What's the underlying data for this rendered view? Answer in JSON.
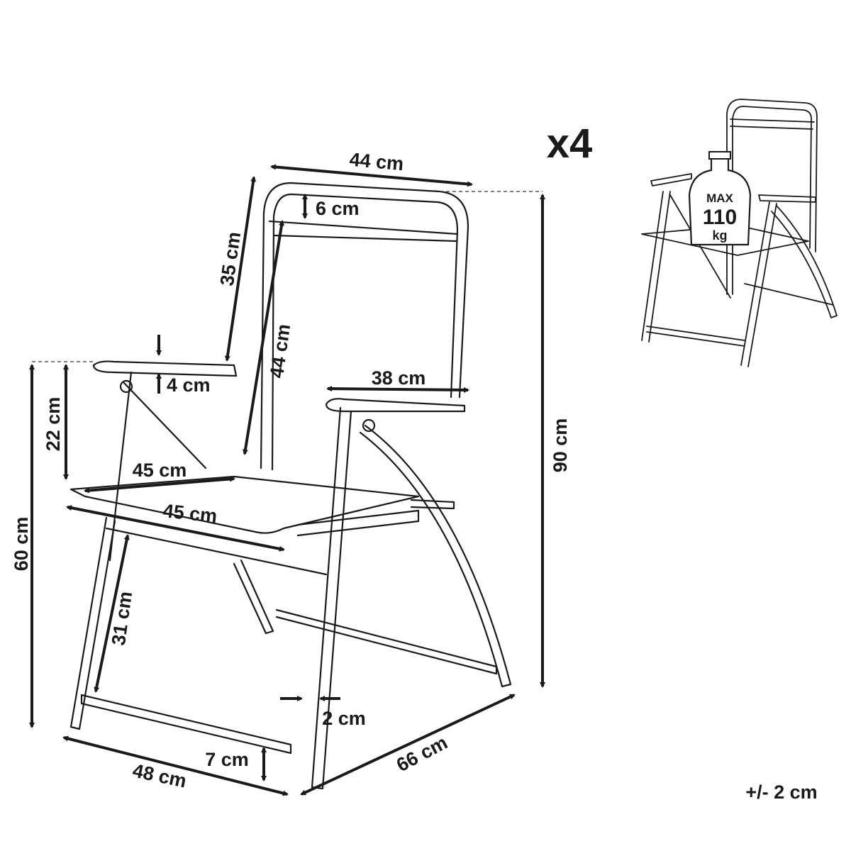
{
  "quantity": "x4",
  "tolerance": "+/- 2 cm",
  "weight_limit": {
    "line1": "MAX",
    "line2": "110",
    "line3": "kg"
  },
  "dimensions": {
    "backrest_width": "44 cm",
    "top_band": "6 cm",
    "back_upper": "35 cm",
    "backrest_height": "44 cm",
    "armrest_thickness": "4 cm",
    "armrest_length": "38 cm",
    "arm_height_above_seat": "22 cm",
    "seat_width": "45 cm",
    "seat_depth": "45 cm",
    "total_height": "90 cm",
    "arm_height": "60 cm",
    "seat_height": "31 cm",
    "tube_diameter": "2 cm",
    "foot_bar_height": "7 cm",
    "base_width": "48 cm",
    "base_depth": "66 cm"
  }
}
